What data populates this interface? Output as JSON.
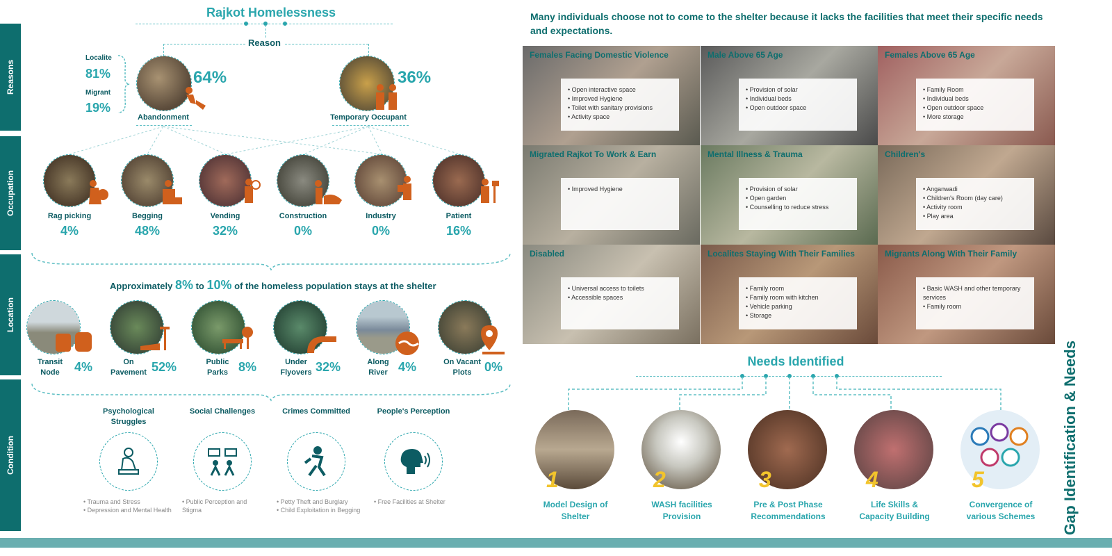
{
  "title": "Rajkot Homelessness",
  "side_tabs": [
    "Reasons",
    "Occupation",
    "Location",
    "Condition"
  ],
  "reason_label": "Reason",
  "localite": {
    "label": "Localite",
    "value": "81%"
  },
  "migrant": {
    "label": "Migrant",
    "value": "19%"
  },
  "reasons": [
    {
      "label": "Abandonment",
      "value": "64%",
      "icon": "abandonment-icon"
    },
    {
      "label": "Temporary Occupant",
      "value": "36%",
      "icon": "family-icon"
    }
  ],
  "occupations": [
    {
      "label": "Rag picking",
      "value": "4%",
      "icon": "rag-picker-icon"
    },
    {
      "label": "Begging",
      "value": "48%",
      "icon": "begging-icon"
    },
    {
      "label": "Vending",
      "value": "32%",
      "icon": "vending-icon"
    },
    {
      "label": "Construction",
      "value": "0%",
      "icon": "construction-icon"
    },
    {
      "label": "Industry",
      "value": "0%",
      "icon": "industry-icon"
    },
    {
      "label": "Patient",
      "value": "16%",
      "icon": "patient-icon"
    }
  ],
  "shelter_note": {
    "prefix": "Approximately",
    "a": "8%",
    "to": "to",
    "b": "10%",
    "suffix": "of the homeless population stays at the shelter"
  },
  "locations": [
    {
      "label": "Transit Node",
      "value": "4%",
      "icon": "transit-icon"
    },
    {
      "label": "On Pavement",
      "value": "52%",
      "icon": "pavement-icon"
    },
    {
      "label": "Public Parks",
      "value": "8%",
      "icon": "park-icon"
    },
    {
      "label": "Under Flyovers",
      "value": "32%",
      "icon": "flyover-icon"
    },
    {
      "label": "Along River",
      "value": "4%",
      "icon": "river-icon"
    },
    {
      "label": "On Vacant Plots",
      "value": "0%",
      "icon": "location-pin-icon"
    }
  ],
  "conditions": [
    {
      "title": "Psychological Struggles",
      "items": [
        "Trauma and Stress",
        "Depression and Mental Health"
      ],
      "icon": "depressed-person-icon"
    },
    {
      "title": "Social Challenges",
      "items": [
        "Public Perception and Stigma"
      ],
      "icon": "protest-icon"
    },
    {
      "title": "Crimes Committed",
      "items": [
        "Petty Theft and Burglary",
        "Child Exploitation in Begging"
      ],
      "icon": "theft-icon"
    },
    {
      "title": "People's Perception",
      "items": [
        "Free Facilities at Shelter"
      ],
      "icon": "head-perception-icon"
    }
  ],
  "intro": "Many individuals choose not to come to the shelter because it lacks the facilities that meet their specific needs and expectations.",
  "groups": [
    {
      "title": "Females Facing Domestic Violence",
      "items": [
        "Open interactive space",
        "Improved Hygiene",
        "Toilet with sanitary provisions",
        "Activity space"
      ]
    },
    {
      "title": "Male Above 65 Age",
      "items": [
        "Provision of  solar",
        "Individual beds",
        "Open outdoor space"
      ]
    },
    {
      "title": "Females Above 65 Age",
      "items": [
        "Family Room",
        "Individual beds",
        "Open outdoor space",
        "More storage"
      ]
    },
    {
      "title": "Migrated Rajkot To Work & Earn",
      "items": [
        "Improved Hygiene"
      ]
    },
    {
      "title": "Mental Illness & Trauma",
      "items": [
        "Provision of  solar",
        "Open garden",
        "Counselling to reduce stress"
      ]
    },
    {
      "title": "Children's",
      "items": [
        "Anganwadi",
        "Children's Room (day care)",
        "Activity room",
        "Play area"
      ]
    },
    {
      "title": "Disabled",
      "items": [
        "Universal access to toilets",
        "Accessible spaces"
      ]
    },
    {
      "title": "Localites Staying With Their Families",
      "items": [
        "Family room",
        "Family room with kitchen",
        "Vehicle parking",
        "Storage"
      ]
    },
    {
      "title": "Migrants Along With Their Family",
      "items": [
        "Basic WASH and other temporary services",
        "Family room"
      ]
    }
  ],
  "needs_title": "Needs Identified",
  "needs": [
    {
      "num": "1",
      "line1": "Model Design of",
      "line2": "Shelter"
    },
    {
      "num": "2",
      "line1": "WASH facilities",
      "line2": "Provision"
    },
    {
      "num": "3",
      "line1": "Pre & Post Phase",
      "line2": "Recommendations"
    },
    {
      "num": "4",
      "line1": "Life Skills &",
      "line2": "Capacity Building"
    },
    {
      "num": "5",
      "line1": "Convergence of",
      "line2": "various Schemes"
    }
  ],
  "vertical_title": "Gap Identification & Needs",
  "colors": {
    "teal": "#2aa6ad",
    "dark_teal": "#0e6e6e",
    "orange": "#d0601d",
    "yellow": "#f2c42c"
  }
}
